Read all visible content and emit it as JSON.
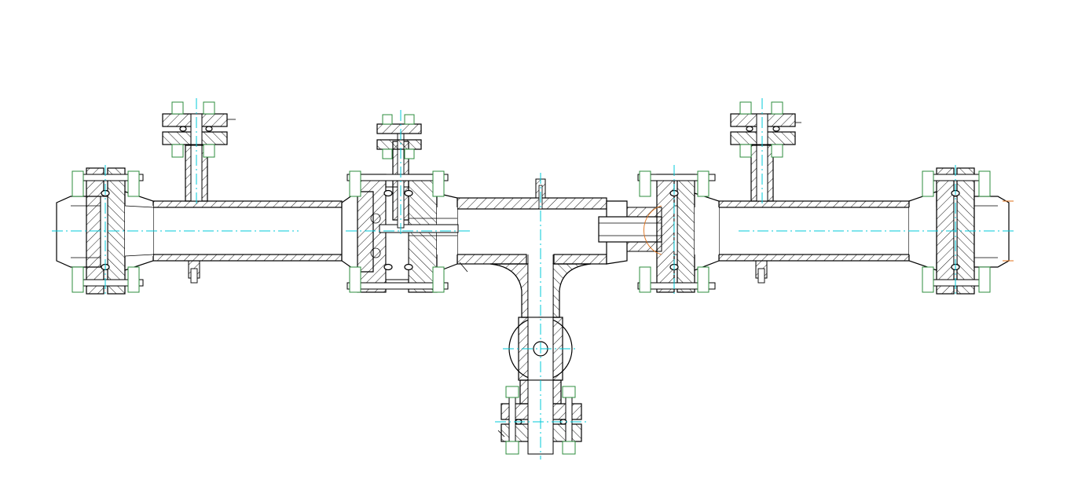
{
  "drawing": {
    "type": "cross-section",
    "subject": "pipe-spool-assembly",
    "colors": {
      "outline": "#000000",
      "centerline": "#00c8d8",
      "nut": "#2c8c3c",
      "hatch": "#000000",
      "construction": "#e07018"
    },
    "components": [
      "left-end-flange",
      "instrument-nozzle-left",
      "gate-valve",
      "tee-body",
      "orifice-insert",
      "instrument-nozzle-right",
      "right-end-flange",
      "branch-ball-valve",
      "branch-bottom-flange"
    ]
  }
}
